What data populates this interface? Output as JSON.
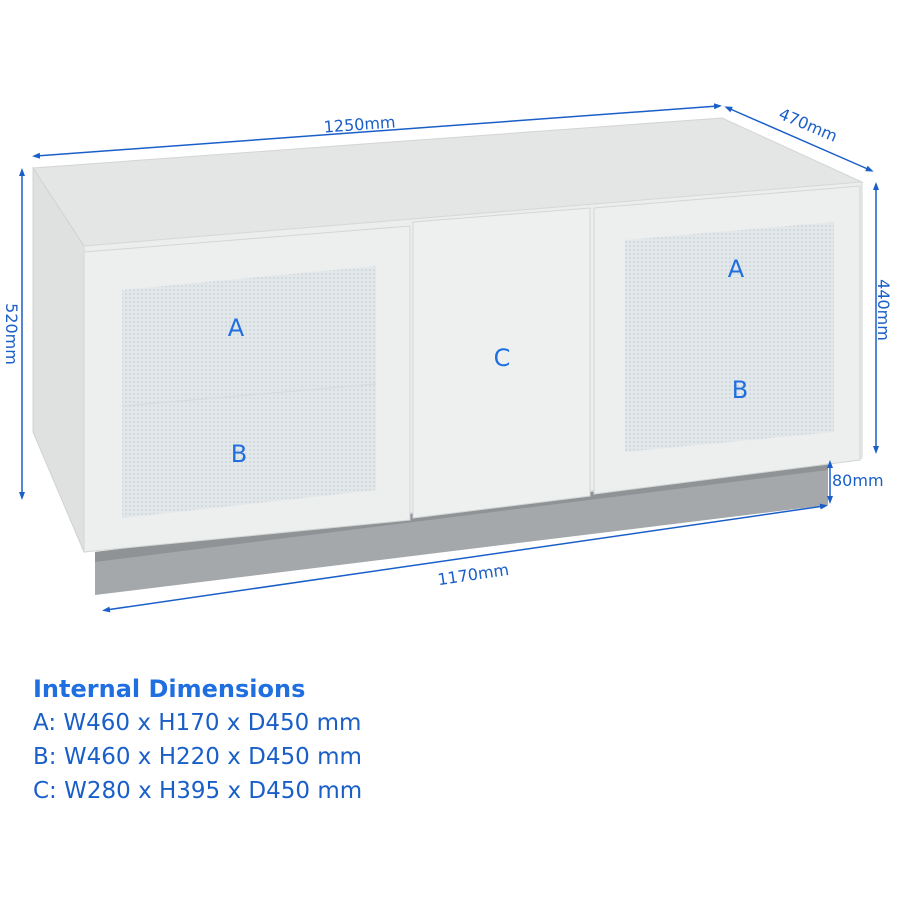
{
  "dimensions": {
    "width": "1250mm",
    "depth": "470mm",
    "height": "520mm",
    "body_height": "440mm",
    "plinth_height": "80mm",
    "base_width": "1170mm"
  },
  "compartments": {
    "left_top": "A",
    "left_bottom": "B",
    "center": "C",
    "right_top": "A",
    "right_bottom": "B"
  },
  "internal": {
    "title": "Internal Dimensions",
    "rows": [
      "A: W460 x H170 x D450 mm",
      "B: W460 x H220 x D450 mm",
      "C: W280 x H395 x D450 mm"
    ]
  },
  "colors": {
    "accent": "#1f6fe0",
    "cabinet": "#eceeed",
    "plinth": "#9ea3a6"
  }
}
